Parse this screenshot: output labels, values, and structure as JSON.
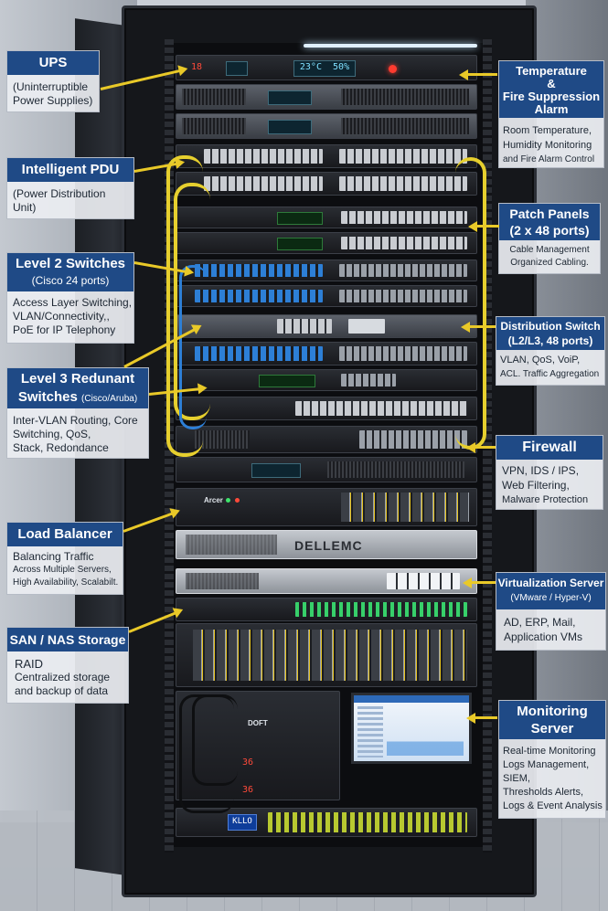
{
  "rack_display": {
    "temp": "23°C",
    "humidity": "50%",
    "readout_left": "18",
    "readout_small1": "36",
    "readout_small2": "36",
    "dell_logo": "DELLEMC",
    "arcer_label": "Arcer",
    "mon_label": "DOFT",
    "kvm_label": "KLLO"
  },
  "labels": {
    "ups": {
      "title": "UPS",
      "desc": [
        "(Uninterruptible",
        "Power Supplies)"
      ]
    },
    "pdu": {
      "title": "Intelligent PDU",
      "desc": [
        "(Power Distribution",
        "Unit)"
      ]
    },
    "l2": {
      "title": "Level 2 Switches",
      "subtitle": "(Cisco 24 ports)",
      "desc": [
        "Access Layer Switching,",
        "VLAN/Connectivity,,",
        "PoE for IP Telephony"
      ]
    },
    "l3": {
      "title": "Level 3 Redunant",
      "title2": "Switches",
      "title2_small": "(Cisco/Aruba)",
      "desc": [
        "Inter-VLAN Routing, Core",
        "Switching, QoS,",
        "Stack, Redondance"
      ]
    },
    "lb": {
      "title": "Load Balancer",
      "desc": [
        "Balancing Traffic",
        "Across Multiple Servers,",
        "High Availability, Scalabilt."
      ]
    },
    "san": {
      "title": "SAN / NAS Storage",
      "desc": [
        "RAID",
        "Centralized storage",
        "and backup of data"
      ]
    },
    "temp": {
      "title": "Temperature",
      "title2": "&",
      "title3": "Fire Suppression",
      "title4": "Alarm",
      "desc": [
        "Room Temperature,",
        "Humidity Monitoring",
        "and Fire Alarm Control"
      ]
    },
    "patch": {
      "title": "Patch Panels",
      "title2": "(2 x 48 ports)",
      "desc": [
        "Cable Management",
        "Organized Cabling."
      ]
    },
    "dist": {
      "title": "Distribution Switch",
      "title2": "(L2/L3, 48 ports)",
      "desc": [
        "VLAN, QoS, VoiP,",
        "ACL. Traffic Aggregation"
      ]
    },
    "fw": {
      "title": "Firewall",
      "desc": [
        "VPN, IDS / IPS,",
        "Web Filtering,",
        "Malware Protection"
      ]
    },
    "virt": {
      "title": "Virtualization Server",
      "subtitle": "(VMware / Hyper-V)",
      "desc": [
        "AD, ERP, Mail,",
        "Application VMs"
      ]
    },
    "mon": {
      "title": "Monitoring",
      "title2": "Server",
      "desc": [
        "Real-time Monitoring",
        "Logs Management,",
        "SIEM,",
        "Thresholds Alerts,",
        "Logs & Event Analysis"
      ]
    }
  },
  "colors": {
    "header_blue": "#1f4a86",
    "cable_yellow": "#e6cf2e",
    "cable_blue": "#2d7fd6",
    "arrow": "#e9c928"
  }
}
